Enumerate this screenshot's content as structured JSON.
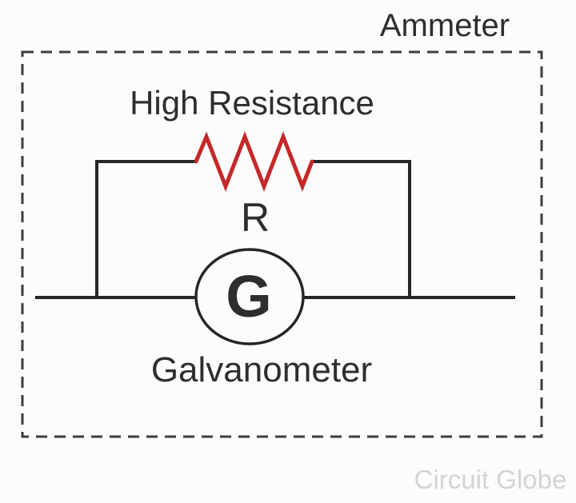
{
  "diagram": {
    "title": "Ammeter",
    "labels": {
      "ammeter": "Ammeter",
      "high_resistance": "High Resistance",
      "resistor_symbol": "R",
      "galvanometer_symbol": "G",
      "galvanometer": "Galvanometer",
      "watermark": "Circuit Globe"
    },
    "components": {
      "resistor": "high resistance R connected in parallel branch above galvanometer",
      "galvanometer": "galvanometer G in main wire",
      "boundary": "dashed rectangle enclosing the ammeter circuit"
    }
  },
  "colors": {
    "background": "#fcfcfc",
    "wire": "#262626",
    "resistor": "#c42828",
    "text": "#2e2e2e",
    "dashed_border": "#3d3d3d",
    "watermark": "#d4d4d4"
  }
}
